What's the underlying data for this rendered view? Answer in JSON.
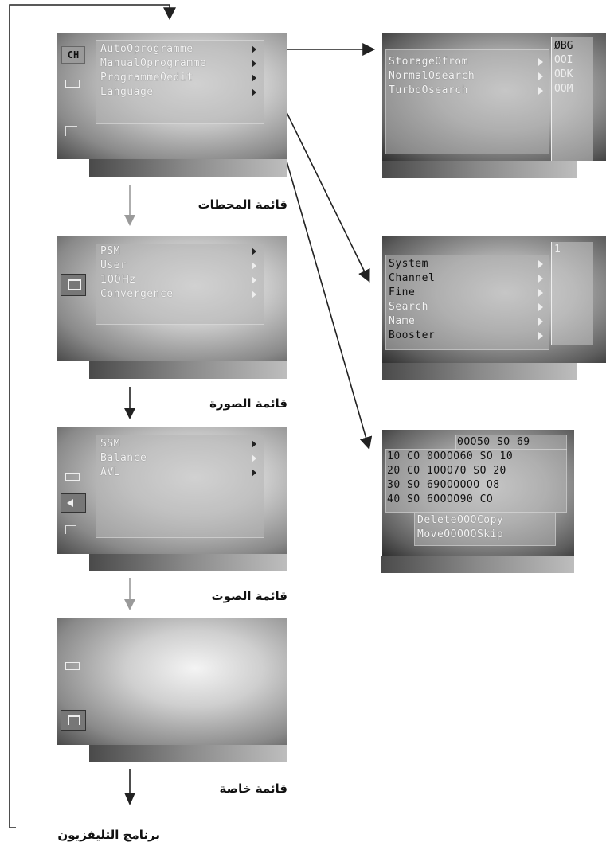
{
  "colors": {
    "lines": "#222222",
    "arrows_gray": "#9a9a9a"
  },
  "main_menus": {
    "station": {
      "icon_text": "CH",
      "items": [
        "AutoOprogramme",
        "ManualOprogramme",
        "ProgrammeOedit",
        "Language"
      ],
      "label": "قائمة المحطات"
    },
    "picture": {
      "items": [
        "PSM",
        "User",
        "100Hz",
        "Convergence"
      ],
      "label": "قائمة الصورة"
    },
    "sound": {
      "items": [
        "SSM",
        "Balance",
        "AVL"
      ],
      "label": "قائمة الصوت"
    },
    "special": {
      "label": "قائمة خاصة"
    }
  },
  "bottom_label": "برنامج التليفزيون",
  "sub_auto": {
    "items": [
      "StorageOfrom",
      "NormalOsearch",
      "TurboOsearch"
    ],
    "side": [
      "ØBG",
      "OOI",
      "ODK",
      "OOM"
    ]
  },
  "sub_manual": {
    "items": [
      "System",
      "Channel",
      "Fine",
      "Search",
      "Name",
      "Booster"
    ],
    "side": [
      "1"
    ]
  },
  "sub_edit": {
    "header": "0OO50 SO 69",
    "rows": [
      "10 CO 0OOOO60 SO 10",
      "20 CO 1OOO70 SO 20",
      "30 SO 69OOOOOO O8",
      "40 SO 6OOOO90 CO"
    ],
    "actions": [
      "DeleteOOOCopy",
      "MoveOOOOOSkip"
    ]
  }
}
